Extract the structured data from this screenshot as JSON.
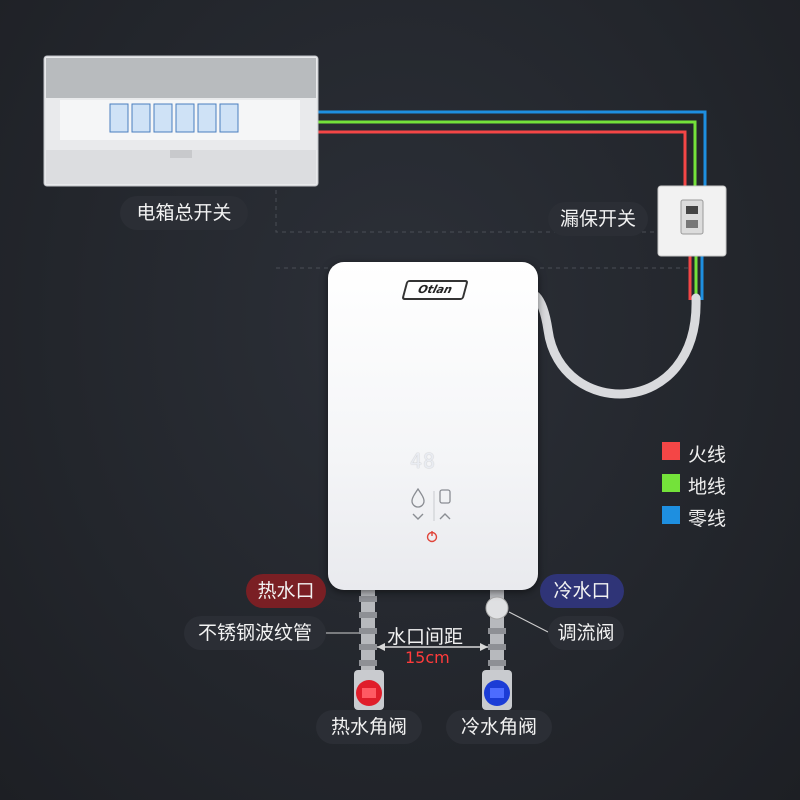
{
  "labels": {
    "main_switch": "电箱总开关",
    "leak_switch": "漏保开关",
    "hot_inlet": "热水口",
    "cold_inlet": "冷水口",
    "hose": "不锈钢波纹管",
    "spacing": "水口间距",
    "spacing_value": "15cm",
    "flow_valve": "调流阀",
    "hot_valve": "热水角阀",
    "cold_valve": "冷水角阀"
  },
  "brand": "Otlan",
  "display_value": "48",
  "legend": [
    {
      "label": "火线",
      "color": "#f44646"
    },
    {
      "label": "地线",
      "color": "#74e23a"
    },
    {
      "label": "零线",
      "color": "#1e8fe0"
    }
  ],
  "colors": {
    "live": "#f44646",
    "ground": "#74e23a",
    "neutral": "#1e8fe0"
  }
}
